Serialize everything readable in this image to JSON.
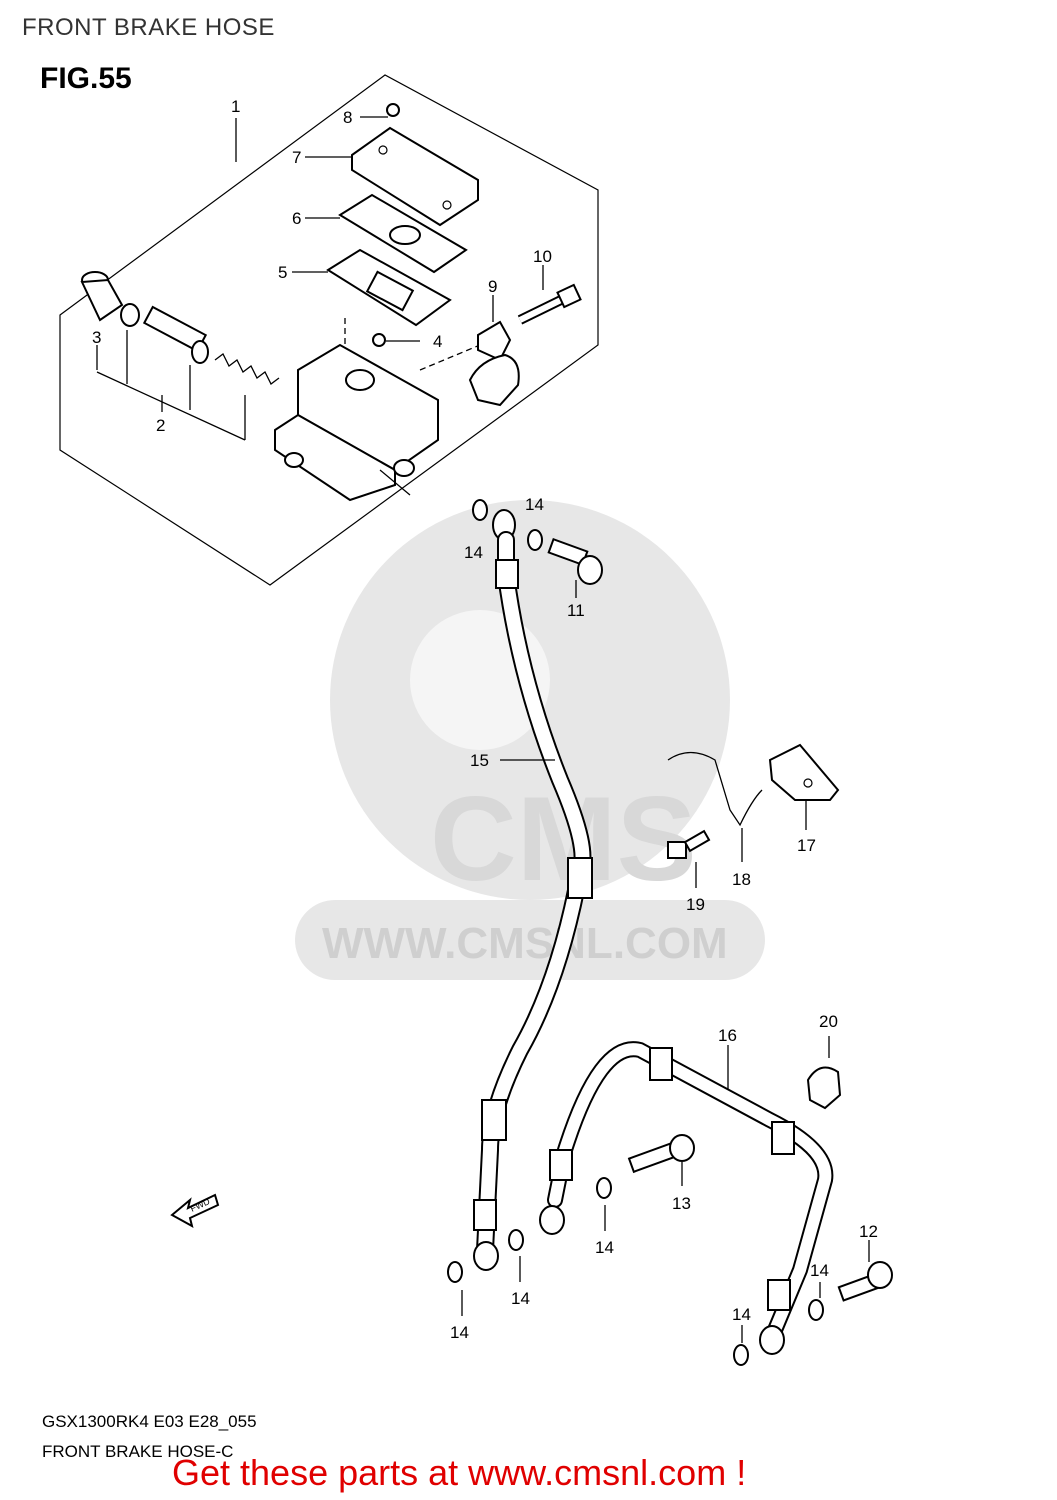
{
  "header": {
    "title": "FRONT BRAKE HOSE"
  },
  "figure": {
    "label": "FIG.55"
  },
  "watermark": {
    "brand": "CMS",
    "url": "WWW.CMSNL.COM"
  },
  "fwd_arrow": "FWD",
  "callouts": [
    {
      "id": "c1",
      "text": "1"
    },
    {
      "id": "c2",
      "text": "2"
    },
    {
      "id": "c3",
      "text": "3"
    },
    {
      "id": "c4",
      "text": "4"
    },
    {
      "id": "c5",
      "text": "5"
    },
    {
      "id": "c6",
      "text": "6"
    },
    {
      "id": "c7",
      "text": "7"
    },
    {
      "id": "c8",
      "text": "8"
    },
    {
      "id": "c9",
      "text": "9"
    },
    {
      "id": "c10",
      "text": "10"
    },
    {
      "id": "c11",
      "text": "11"
    },
    {
      "id": "c12",
      "text": "12"
    },
    {
      "id": "c13",
      "text": "13"
    },
    {
      "id": "c14",
      "text": "14"
    },
    {
      "id": "c15",
      "text": "15"
    },
    {
      "id": "c16",
      "text": "16"
    },
    {
      "id": "c17",
      "text": "17"
    },
    {
      "id": "c18",
      "text": "18"
    },
    {
      "id": "c19",
      "text": "19"
    },
    {
      "id": "c20",
      "text": "20"
    }
  ],
  "footer": {
    "model_code": "GSX1300RK4 E03 E28_055",
    "diagram_name": "FRONT BRAKE HOSE-C",
    "promo": "Get these parts at www.cmsnl.com !",
    "promo_color": "#e00000"
  }
}
